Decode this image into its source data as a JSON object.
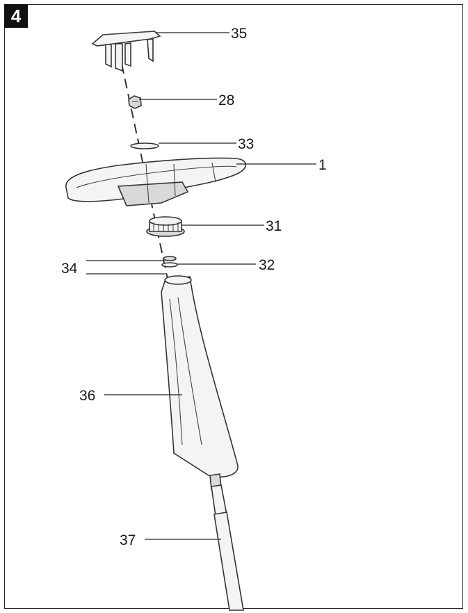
{
  "figure": {
    "step_number": "4"
  },
  "callouts": {
    "c35": "35",
    "c28": "28",
    "c33": "33",
    "c1": "1",
    "c31": "31",
    "c34": "34",
    "c32": "32",
    "c36": "36",
    "c37": "37"
  }
}
